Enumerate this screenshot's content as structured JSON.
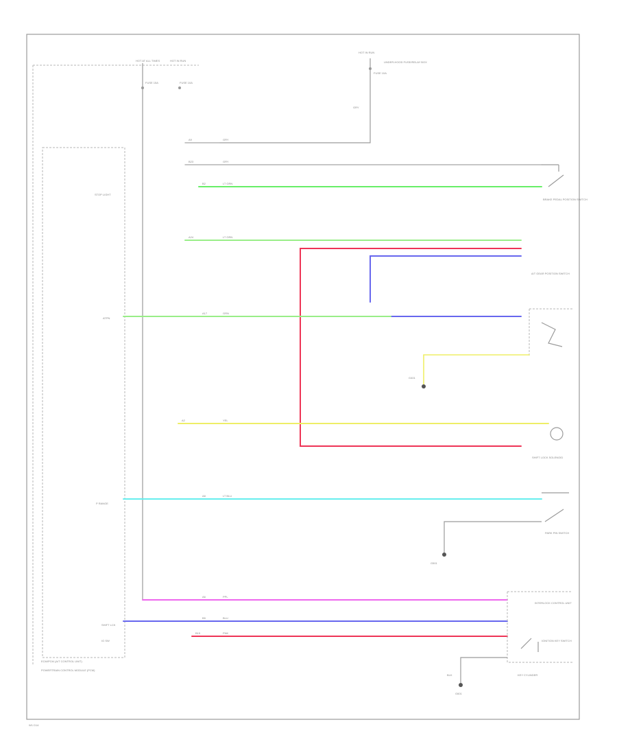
{
  "diagram": {
    "footer_code": "W1 D14",
    "colors": {
      "lt_green": "#66ee66",
      "green": "#99ee88",
      "red": "#ee3355",
      "blue": "#6666ee",
      "yellow": "#eeee66",
      "cyan": "#66eeee",
      "violet": "#ee66ee",
      "gray": "#b4b4b4"
    },
    "top": {
      "hot_at_all_times": "HOT AT ALL TIMES",
      "hot_in_run": "HOT IN RUN",
      "fuse_left": "FUSE 15A",
      "fuse_right": "FUSE 10A",
      "hot_in_run2": "HOT IN RUN",
      "fuse_right2": "FUSE 10A",
      "jb_label": "UNDER-HOOD FUSE/RELAY BOX",
      "gry": "GRY"
    },
    "left_labels": {
      "ecm_pcm": "ECM/PCM",
      "stop_light": "STOP LIGHT",
      "lock_sol": "ATPN",
      "p_range": "P RANGE",
      "shift_lock": "SHIFT LCK",
      "ig_sw": "IG SW",
      "ecm_module": "ECM/PCM (A/T CONTROL UNIT)",
      "ecm_note": "POWERTRAIN CONTROL MODULE (PCM)"
    },
    "wires": {
      "w1": {
        "pin": "A9",
        "color": "GRY"
      },
      "w2": {
        "pin": "B23",
        "color": "GRY"
      },
      "w3": {
        "pin": "B2",
        "color": "LT GRN"
      },
      "w4": {
        "pin": "A24",
        "color": "LT GRN"
      },
      "w5": {
        "pin": "A17",
        "color": "GRN"
      },
      "w6": {
        "pin": "A2",
        "color": "YEL"
      },
      "w7": {
        "pin": "A8",
        "color": "LT BLU"
      },
      "w8": {
        "pin": "A6",
        "color": "PPL"
      },
      "w9": {
        "pin": "B5",
        "color": "BLU"
      },
      "w10": {
        "pin": "B15",
        "color": "PNK"
      }
    },
    "right_labels": {
      "brake_switch": "BRAKE PEDAL POSITION SWITCH",
      "lock_release": "A/T GEAR POSITION SWITCH",
      "shift_lock_sol": "SHIFT LOCK SOLENOID",
      "park_pin": "PARK PIN SWITCH",
      "interlock": "INTERLOCK CONTROL UNIT",
      "ignition_key": "IGNITION KEY SWITCH",
      "key_cyl": "KEY CYLINDER",
      "ground1": "G401",
      "ground2": "G501",
      "ground3": "G601",
      "blk": "BLK"
    }
  }
}
